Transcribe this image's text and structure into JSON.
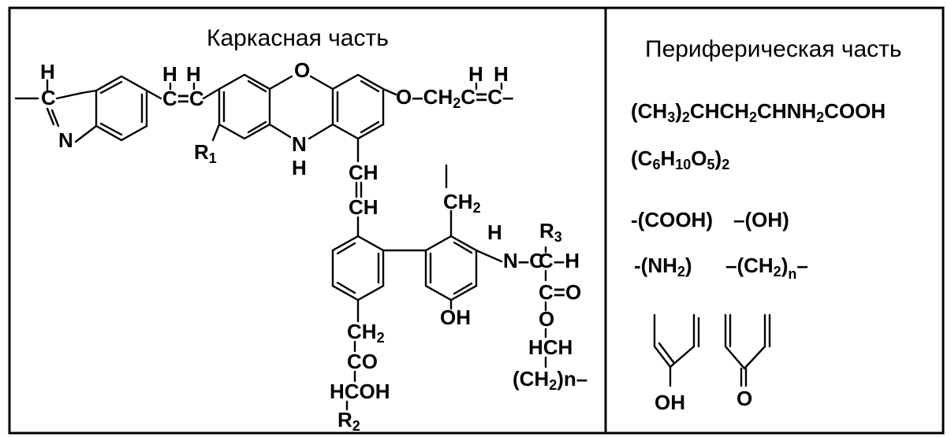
{
  "headers": {
    "left": "Каркасная часть",
    "right": "Периферическая часть"
  },
  "framework": {
    "labels": {
      "h": "H",
      "n": "N",
      "o": "O",
      "c": "C",
      "ch": "CH",
      "co": "CO",
      "oh": "OH",
      "hcoh": "HCOH",
      "hch": "HCH",
      "r1": "R",
      "r2": "R",
      "r3": "R",
      "r1_sub": "1",
      "r2_sub": "2",
      "r3_sub": "3",
      "ch2_main": "CH",
      "sub2": "2",
      "ch2n_main": "(CH",
      "ch2n_tail": ")n–",
      "c_eq_c": "C=C",
      "vinyl_right_pre": "O–CH",
      "vinyl_right_post": "C=C–",
      "c_h": "C–H",
      "n_c": "N–C",
      "c_eq_o": "C=O"
    }
  },
  "peripheral": {
    "line1": [
      "(CH",
      "3",
      ")",
      "2",
      "CHCH",
      "2",
      "CHNH",
      "2",
      "COOH"
    ],
    "line2": [
      "(C",
      "6",
      "H",
      "10",
      "O",
      "5",
      ")",
      "2"
    ],
    "groups_row1": [
      "-(COOH)",
      "–(OH)"
    ],
    "groups_row2_a": "-(NH",
    "groups_row2_a_sub": "2",
    "groups_row2_a_end": ")",
    "groups_row2_b": "–(CH",
    "groups_row2_b_sub": "2",
    "groups_row2_b_end": ")",
    "groups_row2_b_n": "n",
    "groups_row2_b_dash": "–",
    "enol_oh": "OH",
    "ketone_o": "O"
  }
}
